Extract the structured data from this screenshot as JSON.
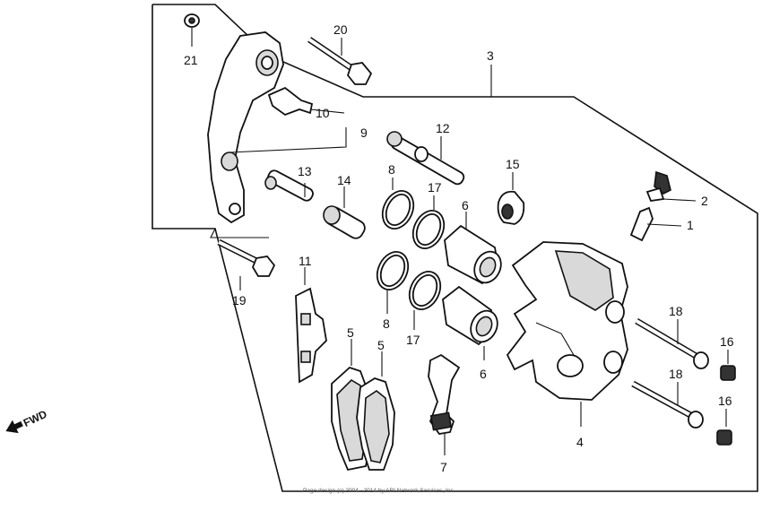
{
  "callouts": {
    "c1": "1",
    "c2": "2",
    "c3": "3",
    "c4": "4",
    "c5a": "5",
    "c5b": "5",
    "c6a": "6",
    "c6b": "6",
    "c7": "7",
    "c8a": "8",
    "c8b": "8",
    "c9": "9",
    "c10": "10",
    "c11": "11",
    "c12": "12",
    "c13": "13",
    "c14": "14",
    "c15": "15",
    "c16a": "16",
    "c16b": "16",
    "c17a": "17",
    "c17b": "17",
    "c18a": "18",
    "c18b": "18",
    "c19": "19",
    "c20": "20",
    "c21": "21"
  },
  "direction_label": "FWD",
  "credit_line1": "",
  "credit_line2": "Page design (c) 2004 - 2014 by ARI Network Services, Inc."
}
